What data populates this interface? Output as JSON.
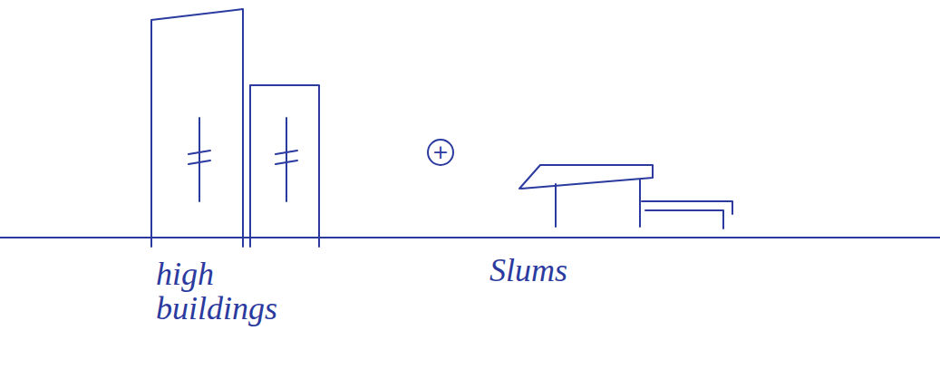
{
  "diagram": {
    "labels": [
      "high buildings",
      "+",
      "Slums"
    ]
  }
}
